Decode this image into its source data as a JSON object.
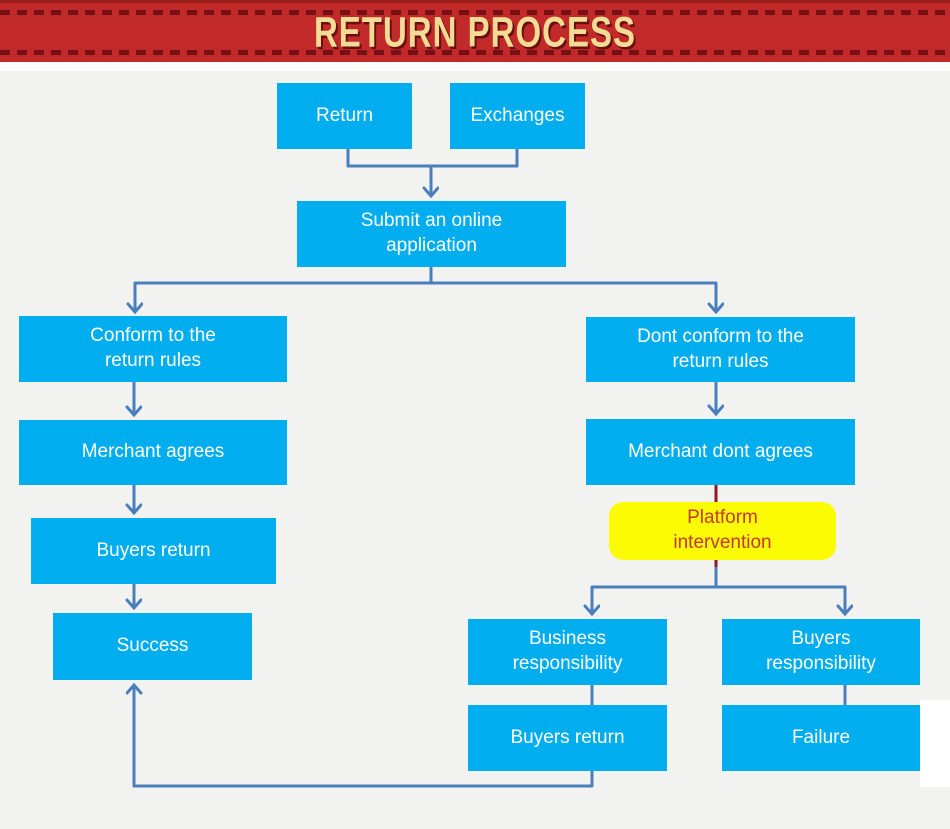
{
  "banner": {
    "title": "RETURN PROCESS"
  },
  "colors": {
    "nodeFill": "#00AEEF",
    "nodeText": "#FFFFFF",
    "connector": "#4A7EBD",
    "maroon": "#8E1B22",
    "bannerBg": "#C22A29",
    "bannerDash": "#761014",
    "bannerEdge": "#9E1E1E",
    "bannerTitle": "#F2DB94",
    "highlightFill": "#FBFB04",
    "highlightText": "#C4392B",
    "pageBg": "#F2F2F1"
  },
  "nodes": {
    "return": {
      "label": "Return"
    },
    "exchanges": {
      "label": "Exchanges"
    },
    "submit": {
      "label": "Submit an online\napplication"
    },
    "conform": {
      "label": "Conform to the\nreturn rules"
    },
    "dont_conform": {
      "label": "Dont conform to the\nreturn rules"
    },
    "merchant_agrees": {
      "label": "Merchant agrees"
    },
    "merchant_dont_agrees": {
      "label": "Merchant dont agrees"
    },
    "buyers_return_left": {
      "label": "Buyers return"
    },
    "platform_intervention": {
      "label": "Platform\nintervention"
    },
    "success": {
      "label": "Success"
    },
    "business_responsibility": {
      "label": "Business\nresponsibility"
    },
    "buyers_responsibility": {
      "label": "Buyers\nresponsibility"
    },
    "buyers_return_bottom": {
      "label": "Buyers return"
    },
    "failure": {
      "label": "Failure"
    }
  }
}
